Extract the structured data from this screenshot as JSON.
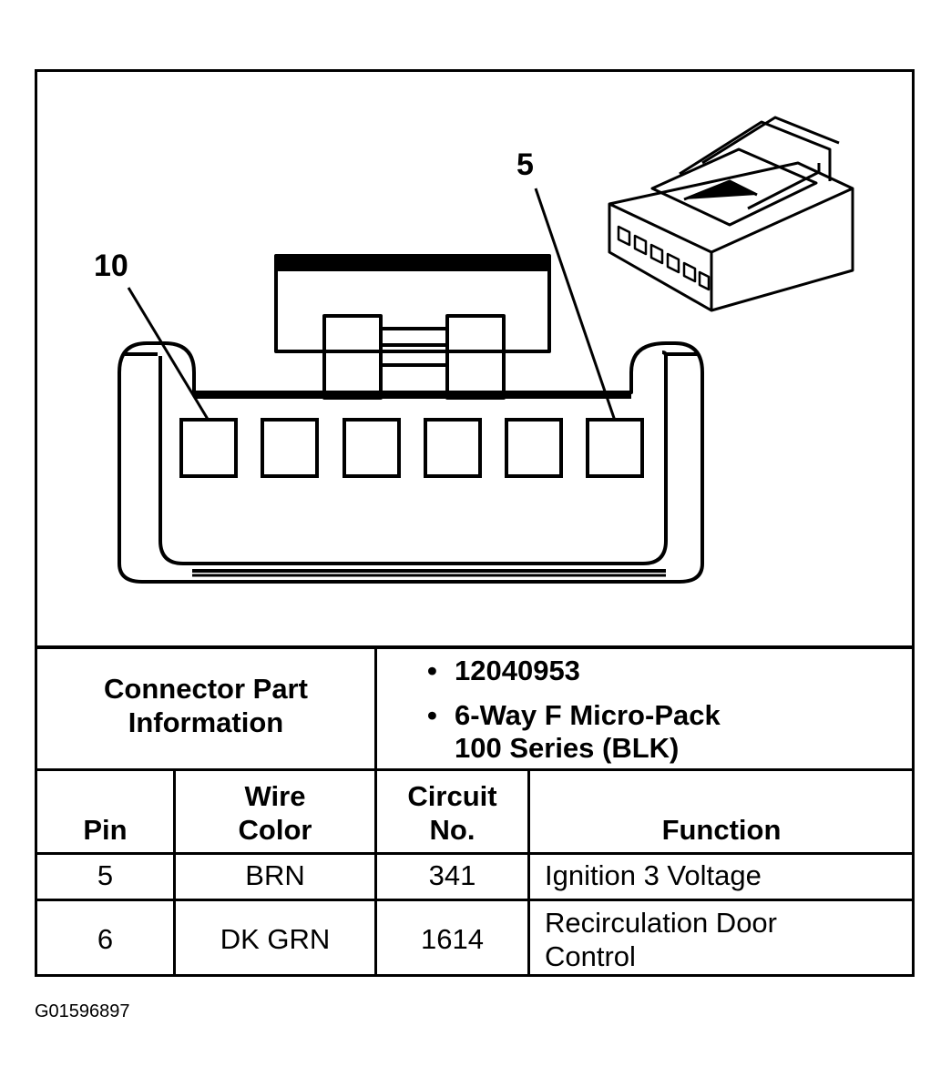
{
  "diagram": {
    "callouts": [
      {
        "label": "10"
      },
      {
        "label": "5"
      }
    ],
    "pin_count": 6
  },
  "part_info": {
    "label_line1": "Connector Part",
    "label_line2": "Information",
    "bullets": [
      {
        "lines": [
          "12040953"
        ]
      },
      {
        "lines": [
          "6-Way F Micro-Pack",
          "100 Series (BLK)"
        ]
      }
    ]
  },
  "table": {
    "headers": {
      "pin": "Pin",
      "wire_color_line1": "Wire",
      "wire_color_line2": "Color",
      "circuit_line1": "Circuit",
      "circuit_line2": "No.",
      "function": "Function"
    },
    "rows": [
      {
        "pin": "5",
        "wire_color": "BRN",
        "circuit": "341",
        "function_line1": "Ignition 3 Voltage",
        "function_line2": ""
      },
      {
        "pin": "6",
        "wire_color": "DK GRN",
        "circuit": "1614",
        "function_line1": "Recirculation Door",
        "function_line2": "Control"
      }
    ]
  },
  "footer": {
    "code": "G01596897"
  }
}
